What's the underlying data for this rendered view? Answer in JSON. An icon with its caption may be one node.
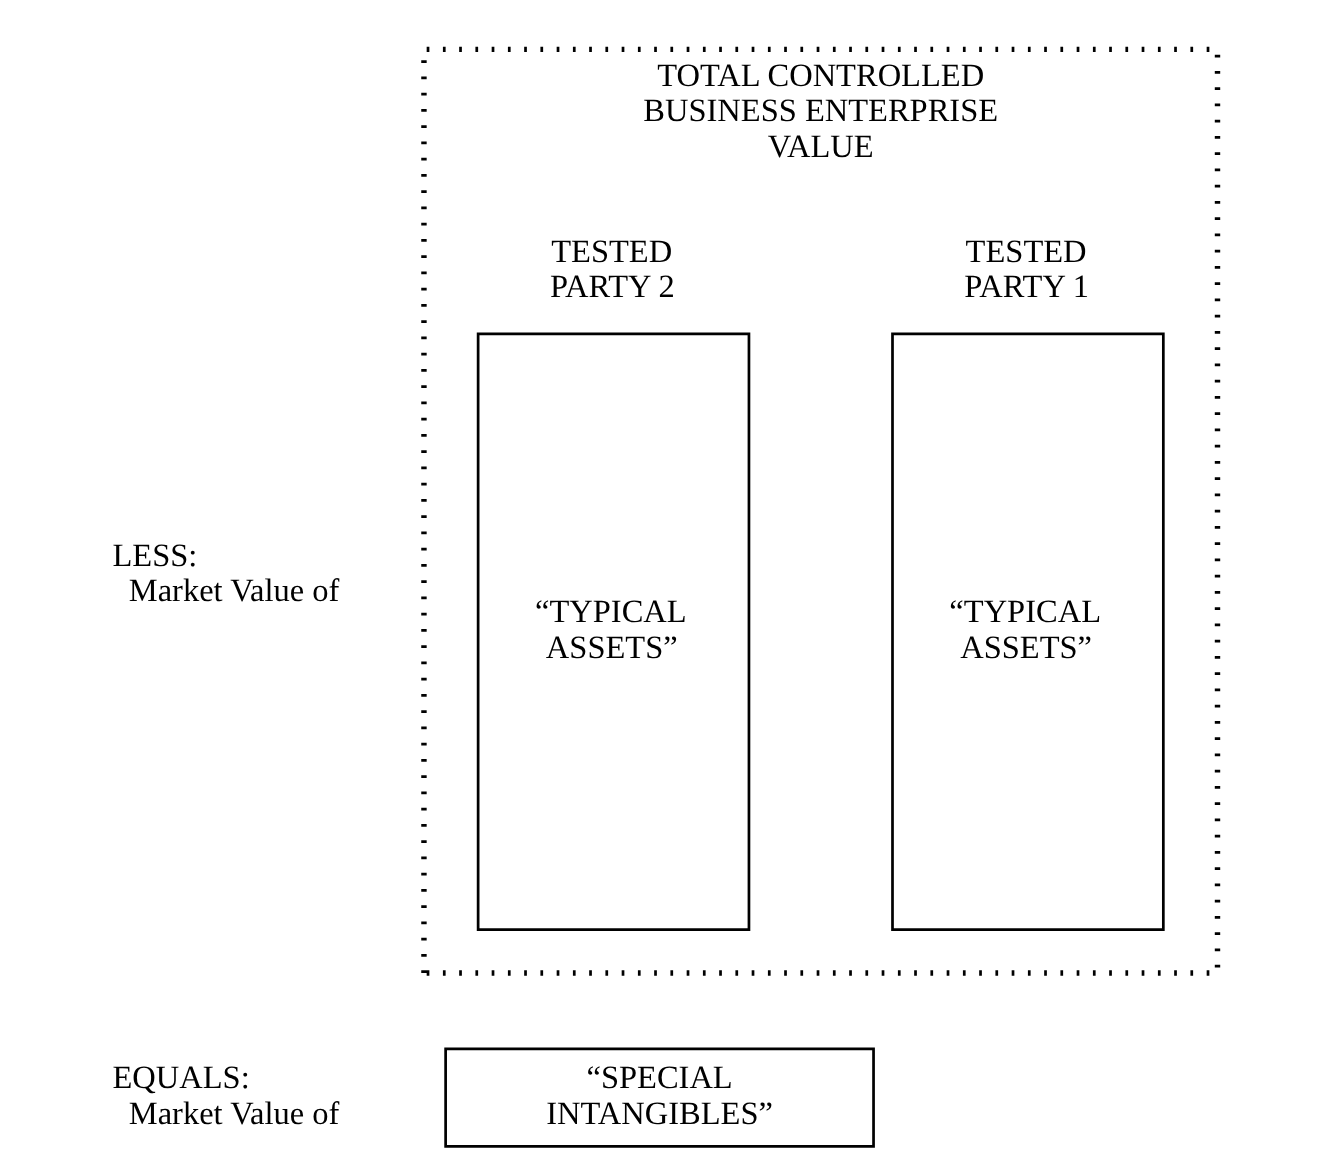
{
  "diagram": {
    "nodes": [
      {
        "text": [
          "TOTAL CONTROLLED BUSINESS ENTERPRISE VALUE"
        ]
      },
      {
        "text": [
          "TESTED PARTY 1",
          "“TYPICAL ASSETS”"
        ],
        "in": 0
      },
      {
        "text": [
          "TESTED PARTY 2",
          "“TYPICAL ASSETS”"
        ],
        "in": 0
      },
      {
        "text": [
          "“SPECIAL INTANGIBLES”"
        ]
      }
    ],
    "labels": [
      "LESS: Market Value of",
      "EQUALS: Market Value of"
    ]
  }
}
